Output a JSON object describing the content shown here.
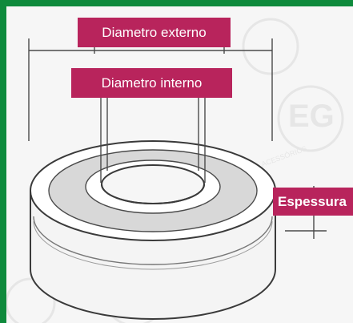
{
  "labels": {
    "external_diameter": "Diametro externo",
    "internal_diameter": "Diametro interno",
    "thickness": "Espessura"
  },
  "watermark": {
    "text": "EG",
    "subtext": "ACESSÓRIOS"
  },
  "colors": {
    "frame": "#0e8a3c",
    "background": "#f6f6f6",
    "label_bg": "#b8245c",
    "label_text": "#ffffff",
    "line": "#4a4a4a",
    "shield": "#d8d8d8",
    "watermark": "#e6e6e6"
  }
}
